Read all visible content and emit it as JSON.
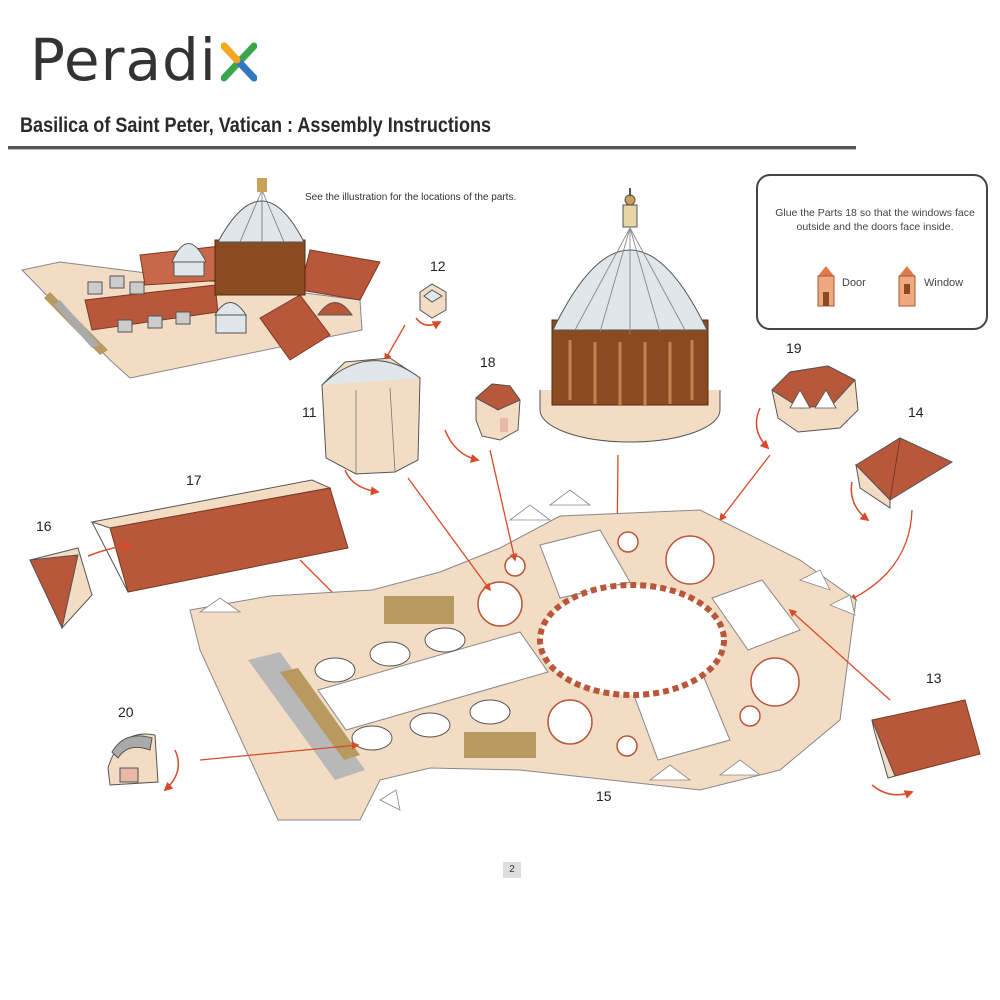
{
  "brand": {
    "name": "Peradi",
    "x_letter": "X",
    "x_colors": [
      "#e5322d",
      "#f6a81c",
      "#3aa64a",
      "#2f79c2"
    ]
  },
  "header": {
    "title": "Basilica of Saint Peter, Vatican : Assembly Instructions"
  },
  "note": "See the illustration for the locations of the parts.",
  "info_box": {
    "text": "Glue the Parts 18 so that the windows face outside and the doors face inside.",
    "door_label": "Door",
    "window_label": "Window"
  },
  "parts": {
    "p11": "11",
    "p12": "12",
    "p13": "13",
    "p14": "14",
    "p15": "15",
    "p16": "16",
    "p17": "17",
    "p18": "18",
    "p19": "19",
    "p20": "20"
  },
  "page_number": "2",
  "colors": {
    "roof": "#b8573a",
    "base": "#f3dcc4",
    "dome": "#dfe7ea",
    "drum": "#8a4a22",
    "arrow": "#d94a2a"
  }
}
